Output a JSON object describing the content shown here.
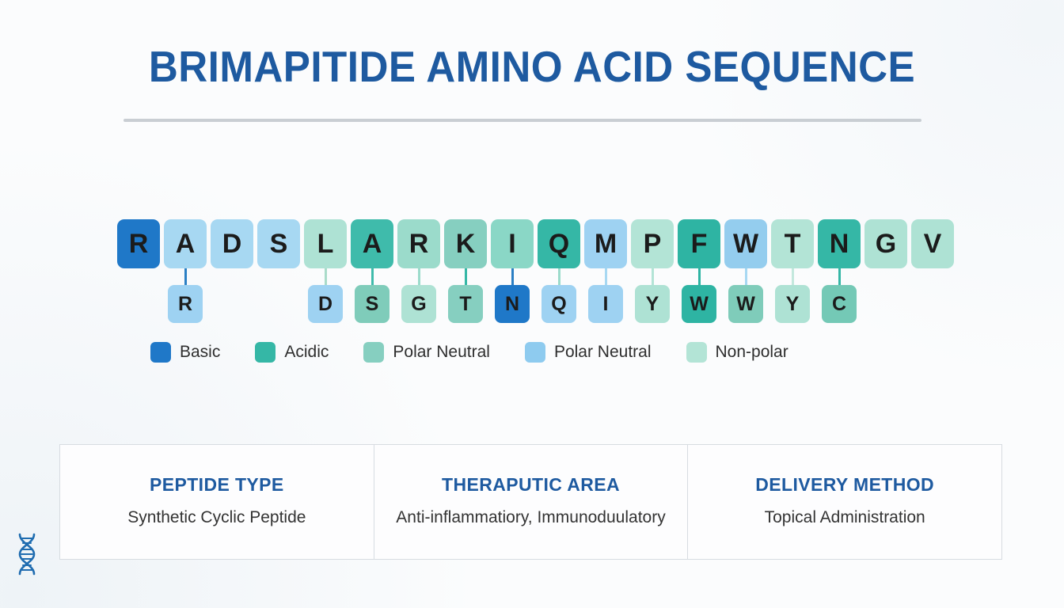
{
  "title": "BRIMAPITIDE AMINO ACID SEQUENCE",
  "colors": {
    "basic": "#1f78c8",
    "acidic": "#35b7a6",
    "polar_neutral_mid": "#86cfc0",
    "polar_neutral_blue": "#8ecbef",
    "non_polar": "#b3e4d6",
    "title_blue": "#1e5aa0",
    "rule_gray": "#c9ced3",
    "card_border": "#d7dce1",
    "background": "#fbfcfd"
  },
  "sequence": {
    "primary": [
      {
        "letter": "R",
        "color": "#1f78c8"
      },
      {
        "letter": "A",
        "color": "#a7d8f2"
      },
      {
        "letter": "D",
        "color": "#a7d8f2"
      },
      {
        "letter": "S",
        "color": "#a7d8f2"
      },
      {
        "letter": "L",
        "color": "#aee2d4"
      },
      {
        "letter": "A",
        "color": "#3fbbab"
      },
      {
        "letter": "R",
        "color": "#9bdbcb"
      },
      {
        "letter": "K",
        "color": "#86cfc0"
      },
      {
        "letter": "I",
        "color": "#8ad7c6"
      },
      {
        "letter": "Q",
        "color": "#35b7a6"
      },
      {
        "letter": "M",
        "color": "#9ed2f2"
      },
      {
        "letter": "P",
        "color": "#b3e4d6"
      },
      {
        "letter": "F",
        "color": "#2eb4a3"
      },
      {
        "letter": "W",
        "color": "#94cdee"
      },
      {
        "letter": "T",
        "color": "#b3e4d6"
      },
      {
        "letter": "N",
        "color": "#35b7a6"
      },
      {
        "letter": "G",
        "color": "#aee2d4"
      },
      {
        "letter": "V",
        "color": "#aee2d4"
      }
    ],
    "secondary": [
      {
        "index": 1,
        "letter": "R",
        "color": "#9ed2f2",
        "connector": "#2b7fc4"
      },
      {
        "index": 4,
        "letter": "D",
        "color": "#9ed2f2",
        "connector": "#a9dbc9"
      },
      {
        "index": 5,
        "letter": "S",
        "color": "#7fccba",
        "connector": "#3fbbab"
      },
      {
        "index": 6,
        "letter": "G",
        "color": "#aee2d4",
        "connector": "#9bdbcb"
      },
      {
        "index": 7,
        "letter": "T",
        "color": "#86cfc0",
        "connector": "#35b7a6"
      },
      {
        "index": 8,
        "letter": "N",
        "color": "#1f78c8",
        "connector": "#2b7fc4"
      },
      {
        "index": 9,
        "letter": "Q",
        "color": "#9ed2f2",
        "connector": "#9bdbcb"
      },
      {
        "index": 10,
        "letter": "I",
        "color": "#9ed2f2",
        "connector": "#a7d8f2"
      },
      {
        "index": 11,
        "letter": "Y",
        "color": "#aee2d4",
        "connector": "#b3e4d6"
      },
      {
        "index": 12,
        "letter": "W",
        "color": "#2eb4a3",
        "connector": "#2eb4a3"
      },
      {
        "index": 13,
        "letter": "W",
        "color": "#7fccba",
        "connector": "#a7d8f2"
      },
      {
        "index": 14,
        "letter": "Y",
        "color": "#aee2d4",
        "connector": "#c3e8dd"
      },
      {
        "index": 15,
        "letter": "C",
        "color": "#74c9b6",
        "connector": "#35b7a6"
      }
    ]
  },
  "legend": [
    {
      "label": "Basic",
      "color": "#1f78c8"
    },
    {
      "label": "Acidic",
      "color": "#35b7a6"
    },
    {
      "label": "Polar Neutral",
      "color": "#86cfc0"
    },
    {
      "label": "Polar Neutral",
      "color": "#8ecbef"
    },
    {
      "label": "Non-polar",
      "color": "#b3e4d6"
    }
  ],
  "info_cards": [
    {
      "heading": "PEPTIDE TYPE",
      "body": "Synthetic Cyclic Peptide"
    },
    {
      "heading": "THERAPUTIC AREA",
      "body": "Anti-inflammatiory, Immunoduulatory"
    },
    {
      "heading": "DELIVERY METHOD",
      "body": "Topical Administration"
    }
  ],
  "icons": {
    "dna": "dna-helix-icon"
  }
}
